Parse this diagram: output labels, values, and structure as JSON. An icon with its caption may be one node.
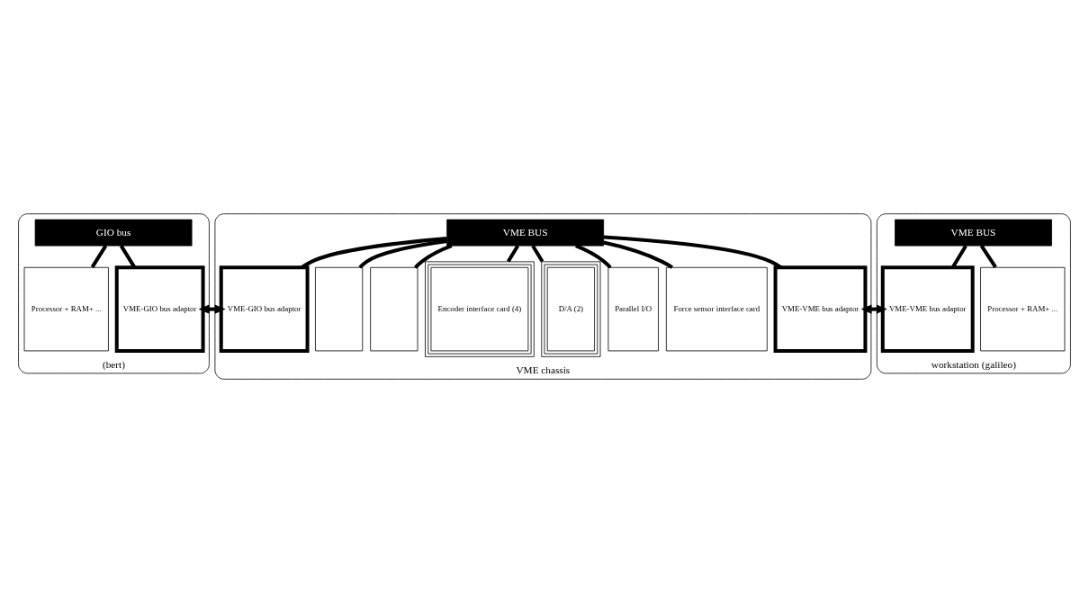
{
  "diagram": {
    "nodes": [
      {
        "text": [
          "(bert)"
        ]
      },
      {
        "text": [
          "GIO bus"
        ],
        "in": 0
      },
      {
        "text": [
          "Processor + RAM+ ..."
        ],
        "in": 0
      },
      {
        "text": [
          "VME-GIO bus adaptor"
        ],
        "in": 0
      },
      {
        "text": [
          "VME chassis"
        ]
      },
      {
        "text": [
          "VME BUS"
        ],
        "in": 4
      },
      {
        "text": [
          "VME-GIO bus adaptor"
        ],
        "in": 4
      },
      {
        "text": [],
        "shape": "box",
        "in": 4
      },
      {
        "text": [],
        "shape": "box",
        "in": 4
      },
      {
        "text": [
          "Encoder interface card (4)"
        ],
        "in": 4
      },
      {
        "text": [
          "D/A (2)"
        ],
        "in": 4
      },
      {
        "text": [
          "Parallel I/O"
        ],
        "in": 4
      },
      {
        "text": [
          "Force sensor interface card"
        ],
        "in": 4
      },
      {
        "text": [
          "VME-VME bus adaptor"
        ],
        "in": 4
      },
      {
        "text": [
          "workstation (galileo)"
        ]
      },
      {
        "text": [
          "VME BUS"
        ],
        "in": 14
      },
      {
        "text": [
          "VME-VME bus adaptor"
        ],
        "in": 14
      },
      {
        "text": [
          "Processor + RAM+ ..."
        ],
        "in": 14
      }
    ],
    "edges": [
      {
        "from": 1,
        "to": 2,
        "arrow": "none"
      },
      {
        "from": 1,
        "to": 3,
        "arrow": "none"
      },
      {
        "from": 3,
        "to": 6,
        "arrow": "both"
      },
      {
        "from": 5,
        "to": 6,
        "arrow": "none"
      },
      {
        "from": 5,
        "to": 7,
        "arrow": "none"
      },
      {
        "from": 5,
        "to": 8,
        "arrow": "none"
      },
      {
        "from": 5,
        "to": 9,
        "arrow": "none"
      },
      {
        "from": 5,
        "to": 10,
        "arrow": "none"
      },
      {
        "from": 5,
        "to": 11,
        "arrow": "none"
      },
      {
        "from": 5,
        "to": 12,
        "arrow": "none"
      },
      {
        "from": 5,
        "to": 13,
        "arrow": "none"
      },
      {
        "from": 13,
        "to": 16,
        "arrow": "both"
      },
      {
        "from": 15,
        "to": 16,
        "arrow": "none"
      },
      {
        "from": 15,
        "to": 17,
        "arrow": "none"
      }
    ]
  }
}
